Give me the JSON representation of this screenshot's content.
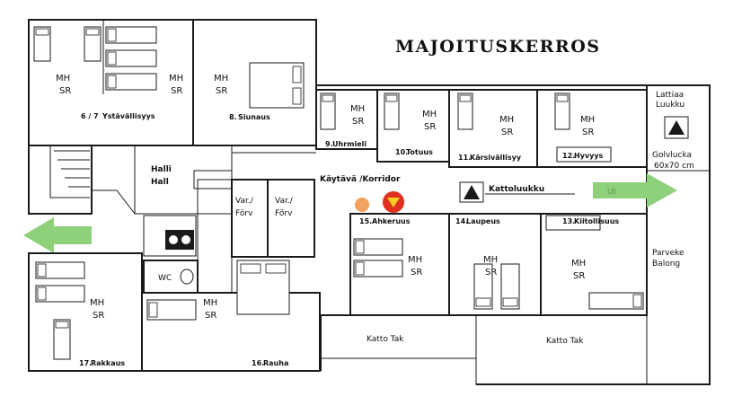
{
  "title": "MAJOITUSKERROS",
  "rooms": [
    {
      "id": "r67",
      "number": "6 / 7",
      "name": "Ystävällisyys",
      "mh": "MH",
      "sr": "SR"
    },
    {
      "id": "r8",
      "number": "8.",
      "name": "Siunaus",
      "mh": "MH",
      "sr": "SR"
    },
    {
      "id": "r9",
      "number": "9.",
      "name": "Uhrmieli",
      "mh": "MH",
      "sr": "SR"
    },
    {
      "id": "r10",
      "number": "10.",
      "name": "Totuus",
      "mh": "MH",
      "sr": "SR"
    },
    {
      "id": "r11",
      "number": "11.",
      "name": "Kärsivällisyy",
      "mh": "MH",
      "sr": "SR"
    },
    {
      "id": "r12",
      "number": "12.",
      "name": "Hyvyys",
      "mh": "MH",
      "sr": "SR"
    },
    {
      "id": "r13",
      "number": "13.",
      "name": "Kiitollisuus",
      "mh": "MH",
      "sr": "SR"
    },
    {
      "id": "r14",
      "number": "14.",
      "name": "Laupeus",
      "mh": "MH",
      "sr": "SR"
    },
    {
      "id": "r15",
      "number": "15.",
      "name": "Ahkeruus",
      "mh": "MH",
      "sr": "SR"
    },
    {
      "id": "r16",
      "number": "16.",
      "name": "Rauha",
      "mh": "MH",
      "sr": "SR"
    },
    {
      "id": "r17",
      "number": "17.",
      "name": "Rakkaus",
      "mh": "MH",
      "sr": "SR"
    }
  ],
  "labels": {
    "hall_fi": "Halli",
    "hall_sv": "Hall",
    "corridor": "Käytävä /Korridor",
    "roof_hatch": "Kattoluukku",
    "floor_hatch_line1": "Lattiaa",
    "floor_hatch_line2": "Luukku",
    "floor_hatch_sv": "Golvlucka",
    "floor_hatch_size": "60x70 cm",
    "balcony_fi": "Parveke",
    "balcony_sv": "Balong",
    "storage1_line1": "Var./",
    "storage1_line2": "Förv",
    "storage2_line1": "Var./",
    "storage2_line2": "Förv",
    "wc": "WC",
    "roof_left": "Katto Tak",
    "roof_right": "Katto Tak",
    "exit_arrow_text": "Ut"
  },
  "colors": {
    "arrow_green": "#8fd07a",
    "marker_orange": "#f2a15f",
    "marker_red": "#e03020",
    "marker_yellow": "#f5d020"
  }
}
